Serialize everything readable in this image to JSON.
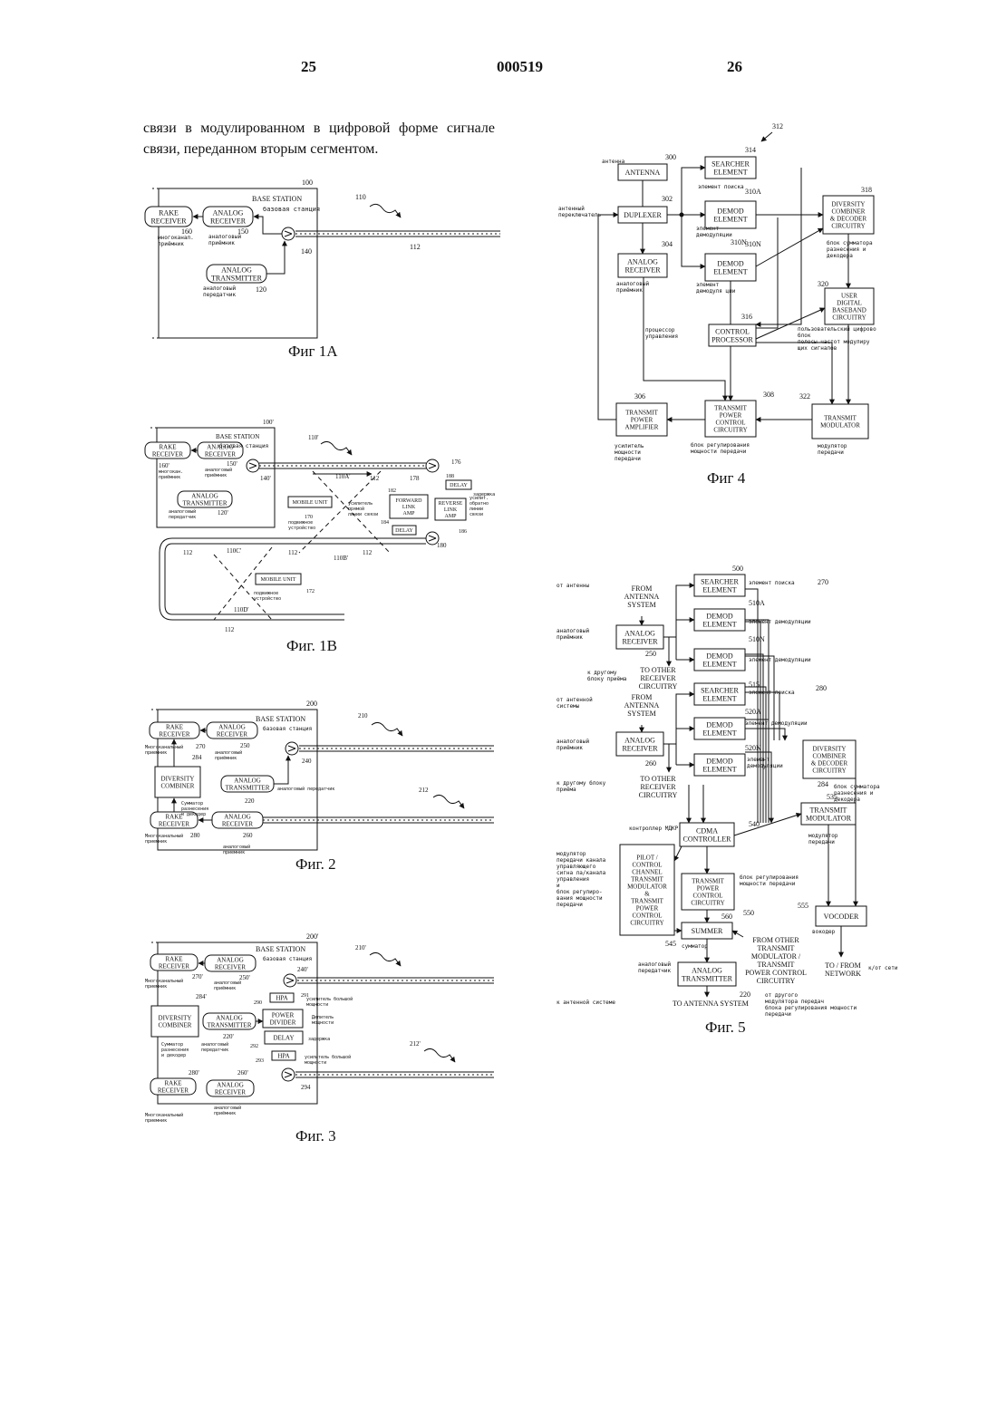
{
  "header": {
    "page_left": "25",
    "doc_number": "000519",
    "page_right": "26"
  },
  "body_text": "связи в модулированном в цифровой форме сигнале связи, переданном вторым сегментом.",
  "captions": {
    "fig1a": "Фиг 1A",
    "fig1b": "Фиг. 1B",
    "fig2": "Фиг. 2",
    "fig3": "Фиг. 3",
    "fig4": "Фиг 4",
    "fig5": "Фиг. 5"
  },
  "fig1a": {
    "base_station": "BASE STATION",
    "base_station_ru": "базовая станция",
    "ref_100": "100",
    "rake": [
      "RAKE",
      "RECEIVER"
    ],
    "ref_160": "160",
    "rake_ru": [
      "многоканал.",
      "приёмник"
    ],
    "analog_rx": [
      "ANALOG",
      "RECEIVER"
    ],
    "ref_150": "150",
    "analog_rx_ru": [
      "аналоговый",
      "приёмник"
    ],
    "ref_140": "140",
    "ref_110": "110",
    "ref_112": "112",
    "analog_tx": [
      "ANALOG",
      "TRANSMITTER"
    ],
    "ref_120": "120",
    "analog_tx_ru": [
      "аналоговый",
      "передатчик"
    ]
  },
  "fig1b": {
    "base_station": "BASE STATION",
    "base_station_ru": "базовая станция",
    "ref_100": "100'",
    "rake": [
      "RAKE",
      "RECEIVER"
    ],
    "ref_160": "160'",
    "rake_ru": [
      "многокан.",
      "приёмник"
    ],
    "analog_rx": [
      "ANALOG",
      "RECEIVER"
    ],
    "ref_150": "150'",
    "analog_rx_ru": [
      "аналоговый",
      "приёмник"
    ],
    "ref_140": "140'",
    "analog_tx": [
      "ANALOG",
      "TRANSMITTER"
    ],
    "ref_120": "120'",
    "analog_tx_ru": [
      "аналоговый",
      "передатчик"
    ],
    "ref_110": "110'",
    "ref_110a": "110A'",
    "ref_110b": "110B'",
    "ref_110c": "110C'",
    "ref_110d": "110D'",
    "ref_112": "112",
    "mobile_unit": "MOBILE UNIT",
    "ref_170": "170",
    "mobile_ru": [
      "подвижное",
      "устройство"
    ],
    "ref_172": "172",
    "ref_176": "176",
    "ref_178": "178",
    "ref_180": "180",
    "ref_182": "182",
    "ref_184": "184",
    "ref_186": "186",
    "ref_188": "188",
    "forward": [
      "FORWARD",
      "LINK",
      "AMP"
    ],
    "forward_ru": [
      "усилитель",
      "прямой",
      "линии связи"
    ],
    "reverse": [
      "REVERSE",
      "LINK",
      "AMP"
    ],
    "reverse_ru": [
      "усилит.",
      "обратно",
      "линии",
      "связи"
    ],
    "delay": "DELAY",
    "delay_ru": "задержка"
  },
  "fig2": {
    "base_station": "BASE STATION",
    "base_station_ru": "базовая станция",
    "ref_200": "200",
    "rake1": [
      "RAKE",
      "RECEIVER"
    ],
    "ref_270": "270",
    "rake_ru": [
      "Многоканальный",
      "приемник"
    ],
    "analog_rx1": [
      "ANALOG",
      "RECEIVER"
    ],
    "ref_250": "250",
    "analog_rx_ru": [
      "аналоговый",
      "приёмник"
    ],
    "ref_240": "240",
    "ref_210": "210",
    "ref_212": "212",
    "ref_284": "284",
    "diversity": [
      "DIVERSITY",
      "COMBINER"
    ],
    "diversity_ru": [
      "Сумматор",
      "разнесения",
      "и декодер"
    ],
    "analog_tx": [
      "ANALOG",
      "TRANSMITTER"
    ],
    "ref_220": "220",
    "analog_tx_ru": "аналоговый передатчик",
    "rake2": [
      "RAKE",
      "RECEIVER"
    ],
    "ref_280": "280",
    "analog_rx2": [
      "ANALOG",
      "RECEIVER"
    ],
    "ref_260": "260"
  },
  "fig3": {
    "base_station": "BASE STATION",
    "base_station_ru": "базовая станция",
    "ref_200": "200'",
    "rake1": [
      "RAKE",
      "RECEIVER"
    ],
    "ref_270": "270'",
    "rake_ru": [
      "Многоканальный",
      "приемник"
    ],
    "analog_rx1": [
      "ANALOG",
      "RECEIVER"
    ],
    "ref_250": "250'",
    "analog_rx_ru": [
      "аналоговый",
      "приёмник"
    ],
    "ref_240": "240'",
    "ref_210": "210'",
    "ref_212": "212'",
    "ref_284": "284'",
    "diversity": [
      "DIVERSITY",
      "COMBINER"
    ],
    "diversity_ru": [
      "Сумматор",
      "разнесения",
      "и декодер"
    ],
    "analog_tx": [
      "ANALOG",
      "TRANSMITTER"
    ],
    "ref_220": "220'",
    "analog_tx_ru": [
      "аналоговый",
      "передатчик"
    ],
    "hpa": "HPA",
    "ref_291": "291",
    "ref_293": "293",
    "hpa_ru": [
      "усилитель большой",
      "мощности"
    ],
    "power_divider": [
      "POWER",
      "DIVIDER"
    ],
    "ref_290": "290",
    "divider_ru": [
      "Делитель",
      "мощности"
    ],
    "delay": "DELAY",
    "ref_292": "292",
    "delay_ru": "задержка",
    "rake2": [
      "RAKE",
      "RECEIVER"
    ],
    "ref_280": "280'",
    "analog_rx2": [
      "ANALOG",
      "RECEIVER"
    ],
    "ref_260": "260'",
    "ref_294": "294"
  },
  "fig4": {
    "ref_312": "312",
    "antenna": "ANTENNA",
    "ref_300": "300",
    "antenna_ru": "антенна",
    "duplexer": "DUPLEXER",
    "ref_302": "302",
    "duplexer_ru": [
      "антенный",
      "переключатель"
    ],
    "analog_rx": [
      "ANALOG",
      "RECEIVER"
    ],
    "ref_304": "304",
    "analog_rx_ru": [
      "аналоговый",
      "приёмник"
    ],
    "searcher": [
      "SEARCHER",
      "ELEMENT"
    ],
    "ref_314": "314",
    "searcher_ru": "элемент поиска",
    "demod_a": [
      "DEMOD",
      "ELEMENT"
    ],
    "ref_310a": "310A",
    "demod_ru": [
      "элемент",
      "демодуляции"
    ],
    "demod_n": [
      "DEMOD",
      "ELEMENT"
    ],
    "ref_310n": "310N",
    "demod_n_ru": [
      "элемент",
      "демодуля ции"
    ],
    "diversity": [
      "DIVERSITY",
      "COMBINER",
      "& DECODER",
      "CIRCUITRY"
    ],
    "ref_318": "318",
    "diversity_ru": [
      "блок сумматора",
      "разнесения и",
      "декодера"
    ],
    "user_digital": [
      "USER",
      "DIGITAL",
      "BASEBAND",
      "CIRCUITRY"
    ],
    "ref_320": "320",
    "user_ru": [
      "пользовательский цифрово",
      "блок",
      "полосы частот модулиру",
      "щих сигналов"
    ],
    "control": [
      "CONTROL",
      "PROCESSOR"
    ],
    "ref_316": "316",
    "control_ru": [
      "процессор",
      "управления"
    ],
    "tx_amp": [
      "TRANSMIT",
      "POWER",
      "AMPLIFIER"
    ],
    "ref_306": "306",
    "tx_amp_ru": [
      "усилитель",
      "мощности",
      "передачи"
    ],
    "tx_pwr": [
      "TRANSMIT",
      "POWER",
      "CONTROL",
      "CIRCUITRY"
    ],
    "ref_308": "308",
    "tx_pwr_ru": [
      "блок регулирования",
      "мощности передачи"
    ],
    "tx_mod": [
      "TRANSMIT",
      "MODULATOR"
    ],
    "ref_322": "322",
    "tx_mod_ru": [
      "модулятор",
      "передачи"
    ]
  },
  "fig5": {
    "ref_270": "270",
    "ref_280": "280",
    "from_ant1": [
      "FROM",
      "ANTENNA",
      "SYSTEM"
    ],
    "from_ant1_ru": "от антенны",
    "analog_rx1": [
      "ANALOG",
      "RECEIVER"
    ],
    "ref_250": "250",
    "analog_rx_ru": [
      "аналоговый",
      "приёмник"
    ],
    "to_other1": [
      "TO OTHER",
      "RECEIVER",
      "CIRCUITRY"
    ],
    "to_other1_ru": [
      "к другому",
      "блоку приёма"
    ],
    "searcher1": [
      "SEARCHER",
      "ELEMENT"
    ],
    "ref_500": "500",
    "searcher_ru": "элемент поиска",
    "demod1": [
      "DEMOD",
      "ELEMENT"
    ],
    "ref_510a": "510A",
    "demod_ru": "элемент демодуляции",
    "demod2": [
      "DEMOD",
      "ELEMENT"
    ],
    "ref_510n": "510N",
    "demod2_ru": "элемент демодуляции",
    "from_ant2": [
      "FROM",
      "ANTENNA",
      "SYSTEM"
    ],
    "from_ant2_ru": [
      "от антенной",
      "системы"
    ],
    "analog_rx2": [
      "ANALOG",
      "RECEIVER"
    ],
    "ref_260": "260",
    "to_other2": [
      "TO OTHER",
      "RECEIVER",
      "CIRCUITRY"
    ],
    "to_other2_ru": [
      "к другому блоку",
      "приёма"
    ],
    "searcher2": [
      "SEARCHER",
      "ELEMENT"
    ],
    "ref_515": "515",
    "searcher2_ru": "элемент поиска",
    "demod3": [
      "DEMOD",
      "ELEMENT"
    ],
    "ref_520a": "520A",
    "demod3_ru": "элемент демодуляции",
    "demod4": [
      "DEMOD",
      "ELEMENT"
    ],
    "ref_520n": "520N",
    "demod4_ru": [
      "элемент",
      "демодуляции"
    ],
    "diversity": [
      "DIVERSITY",
      "COMBINER",
      "& DECODER",
      "CIRCUITRY"
    ],
    "ref_284": "284",
    "diversity_ru": [
      "блок сумматора",
      "разнесения и",
      "декодера"
    ],
    "cdma": [
      "CDMA",
      "CONTROLLER"
    ],
    "ref_540": "540",
    "cdma_ru": "контроллер МДКР",
    "pilot": [
      "PILOT /",
      "CONTROL",
      "CHANNEL",
      "TRANSMIT",
      "MODULATOR",
      "&",
      "TRANSMIT",
      "POWER",
      "CONTROL",
      "CIRCUITRY"
    ],
    "ref_545": "545",
    "pilot_ru": [
      "модулятор",
      "передачи канала",
      "управляющего",
      "сигна ла/канала",
      "управления",
      "и",
      "блок регулиро-",
      "вания мощности",
      "передачи"
    ],
    "tx_pwr": [
      "TRANSMIT",
      "POWER",
      "CONTROL",
      "CIRCUITRY"
    ],
    "ref_550": "550",
    "tx_pwr_ru": [
      "блок регулирования",
      "мощности передачи"
    ],
    "tx_mod": [
      "TRANSMIT",
      "MODULATOR"
    ],
    "ref_535": "535",
    "tx_mod_ru": [
      "модулятор",
      "передачи"
    ],
    "vocoder": "VOCODER",
    "ref_555": "555",
    "vocoder_ru": "вокодер",
    "summer": "SUMMER",
    "ref_560": "560",
    "summer_ru": "сумматор",
    "from_other": [
      "FROM OTHER",
      "TRANSMIT",
      "MODULATOR /",
      "TRANSMIT",
      "POWER CONTROL",
      "CIRCUITRY"
    ],
    "from_other_ru": [
      "от другого",
      "модулятора передач",
      "блока регулирования мощности",
      "передачи"
    ],
    "analog_tx": [
      "ANALOG",
      "TRANSMITTER"
    ],
    "ref_220": "220",
    "analog_tx_ru": [
      "аналоговый",
      "передатчик"
    ],
    "to_ant": "TO ANTENNA SYSTEM",
    "to_ant_ru": "к антенной системе",
    "network": [
      "TO / FROM",
      "NETWORK"
    ],
    "network_ru": "к/от сети"
  }
}
